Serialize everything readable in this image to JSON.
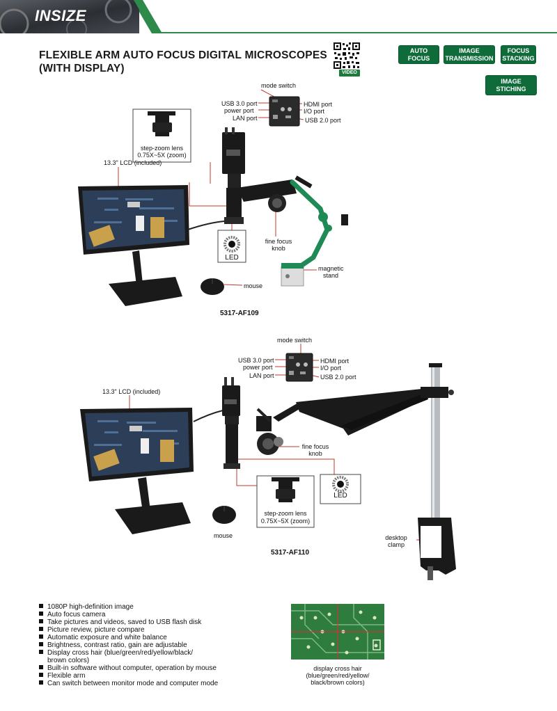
{
  "header": {
    "brand": "INSIZE",
    "accent_color": "#1f7a3c"
  },
  "title": {
    "line1": "FLEXIBLE ARM AUTO FOCUS DIGITAL MICROSCOPES",
    "line2": "(WITH DISPLAY)"
  },
  "qr": {
    "badge": "VIDEO"
  },
  "feature_buttons": {
    "auto_focus": "AUTO FOCUS",
    "image_transmission_1": "IMAGE",
    "image_transmission_2": "TRANSMISSION",
    "focus_stacking_1": "FOCUS",
    "focus_stacking_2": "STACKING",
    "image_stiching": "IMAGE STICHING",
    "button_color": "#0f6b3a"
  },
  "product1": {
    "mode_switch": "mode switch",
    "usb3_port": "USB 3.0 port",
    "power_port": "power port",
    "lan_port": "LAN port",
    "hdmi_port": "HDMI port",
    "io_port": "I/O port",
    "usb2_port": "USB 2.0 port",
    "lens_line1": "step-zoom lens",
    "lens_line2": "0.75X~5X (zoom)",
    "lcd": "13.3\" LCD (included)",
    "fine_focus_1": "fine focus",
    "fine_focus_2": "knob",
    "led": "LED",
    "magnetic_1": "magnetic",
    "magnetic_2": "stand",
    "mouse": "mouse",
    "model": "5317-AF109"
  },
  "product2": {
    "mode_switch": "mode switch",
    "usb3_port": "USB 3.0 port",
    "power_port": "power port",
    "lan_port": "LAN port",
    "hdmi_port": "HDMI port",
    "io_port": "I/O port",
    "usb2_port": "USB 2.0 port",
    "lcd": "13.3\" LCD (included)",
    "fine_focus_1": "fine focus",
    "fine_focus_2": "knob",
    "led": "LED",
    "lens_line1": "step-zoom lens",
    "lens_line2": "0.75X~5X (zoom)",
    "mouse": "mouse",
    "clamp_1": "desktop",
    "clamp_2": "clamp",
    "model": "5317-AF110"
  },
  "features": [
    "1080P high-definition image",
    "Auto focus camera",
    "Take pictures and videos, saved to USB flash disk",
    "Picture review, picture compare",
    "Automatic exposure and white balance",
    "Brightness, contrast ratio, gain are adjustable",
    "Display cross hair (blue/green/red/yellow/black/",
    "brown colors)",
    "Built-in software without computer, operation by mouse",
    "Flexible arm",
    "Can switch between monitor mode and computer mode"
  ],
  "crosshair_caption": {
    "line1": "display cross hair",
    "line2": "(blue/green/red/yellow/",
    "line3": "black/brown colors)"
  }
}
